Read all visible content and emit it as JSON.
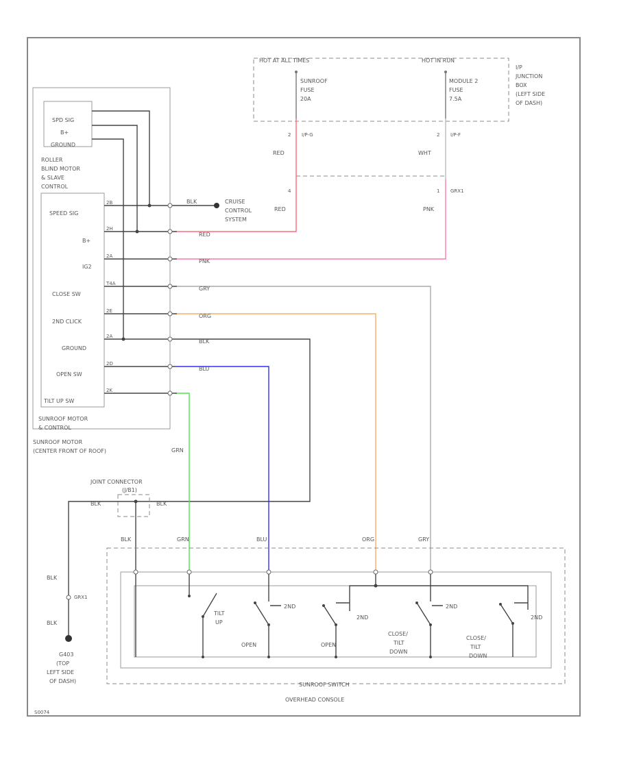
{
  "fuse_box": {
    "hot_at_all_times": "HOT AT ALL TIMES",
    "hot_in_run": "HOT IN RUN",
    "name": [
      "I/P",
      "JUNCTION",
      "BOX",
      "(LEFT SIDE",
      "OF DASH)"
    ],
    "sunroof_fuse": [
      "SUNROOF",
      "FUSE",
      "20A"
    ],
    "module_fuse": [
      "MODULE 2",
      "FUSE",
      "7.5A"
    ],
    "pin_left": "2",
    "conn_left": "I/P-G",
    "pin_right": "2",
    "conn_right": "I/P-F",
    "wire_left": "RED",
    "wire_right": "WHT",
    "pin_left_lower": "4",
    "pin_right_lower": "1",
    "conn_lower": "GRX1",
    "wire_left_lower": "RED",
    "wire_right_lower": "PNK"
  },
  "cruise": [
    "CRUISE",
    "CONTROL",
    "SYSTEM"
  ],
  "roller": {
    "inputs": [
      "SPD SIG",
      "B+",
      "GROUND"
    ],
    "name": [
      "ROLLER",
      "BLIND MOTOR",
      "& SLAVE",
      "CONTROL"
    ]
  },
  "motor": {
    "terminals": [
      "SPEED SIG",
      "B+",
      "IG2",
      "CLOSE SW",
      "2ND CLICK",
      "GROUND",
      "OPEN SW",
      "TILT UP SW"
    ],
    "pins": [
      "2B",
      "2H",
      "2A",
      "T4A",
      "2E",
      "2A",
      "2D",
      "2K"
    ],
    "name": [
      "SUNROOF MOTOR",
      "& CONTROL"
    ],
    "location": [
      "SUNROOF MOTOR",
      "(CENTER FRONT OF ROOF)"
    ]
  },
  "wires": {
    "speed": "BLK",
    "b_plus": "RED",
    "ig2": "PNK",
    "close": "GRY",
    "second": "ORG",
    "ground": "BLK",
    "open": "BLU",
    "tilt": "GRN"
  },
  "wire_colors": {
    "red": "#ff6a7a",
    "pink": "#ff7aa2",
    "orange": "#f7ad6a",
    "blue": "#2f2ff5",
    "green": "#4fe24f",
    "black": "#444444",
    "gray": "#aaaaaa"
  },
  "joint": {
    "name": "JOINT CONNECTOR",
    "code": "(J/B1)",
    "left_wire": "BLK",
    "right_wire": "BLK"
  },
  "switch_wires": [
    "BLK",
    "GRN",
    "BLU",
    "ORG",
    "GRY"
  ],
  "ground": {
    "wire_top": "BLK",
    "conn": "GRX1",
    "wire_bottom": "BLK",
    "name": [
      "G403",
      "(TOP",
      "LEFT SIDE",
      "OF DASH)"
    ]
  },
  "switch": {
    "contacts": [
      [
        "TILT",
        "UP"
      ],
      [
        "2ND"
      ],
      [
        "OPEN"
      ],
      [
        "OPEN"
      ],
      [
        "2ND"
      ],
      [
        "2ND"
      ],
      [
        "CLOSE/",
        "TILT",
        "DOWN"
      ],
      [
        "2ND"
      ],
      [
        "CLOSE/",
        "TILT",
        "DOWN"
      ]
    ],
    "name": "SUNROOF SWITCH",
    "location": "OVERHEAD CONSOLE"
  },
  "figure_code": "S0074"
}
